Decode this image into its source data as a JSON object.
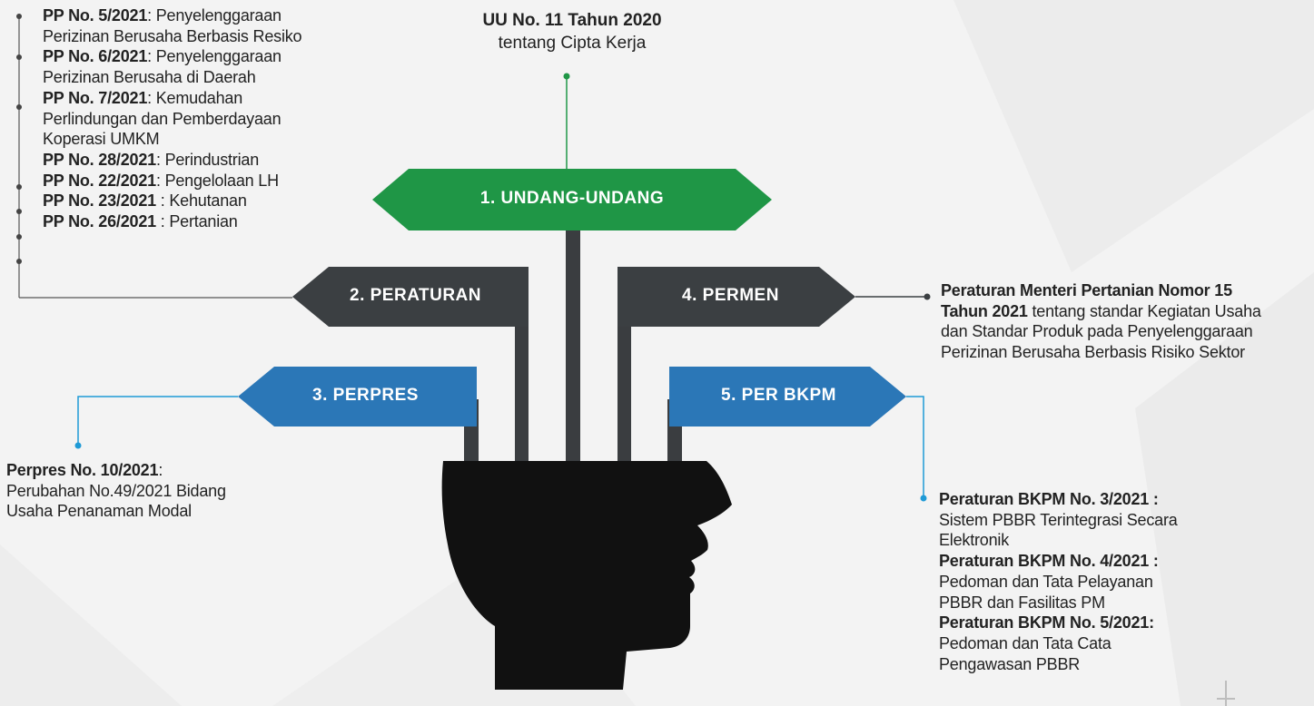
{
  "colors": {
    "green": "#1f9646",
    "dark": "#3b3f42",
    "blue": "#2b77b7",
    "line_blue": "#1e9ad6",
    "head": "#111111",
    "pole": "#3a3d40",
    "background": "#f3f3f3"
  },
  "uu": {
    "title": "UU No. 11 Tahun 2020",
    "subtitle": "tentang Cipta Kerja"
  },
  "banners": {
    "undang": "1. UNDANG-UNDANG",
    "peraturan": "2. PERATURAN",
    "perpres": "3. PERPRES",
    "permen": "4. PERMEN",
    "perbkpm": "5. PER BKPM"
  },
  "pp_list": [
    {
      "code": "PP No. 5/2021",
      "sep": ":  ",
      "lines": [
        "Penyelenggaraan",
        "Perizinan Berusaha Berbasis Resiko"
      ]
    },
    {
      "code": "PP No. 6/2021",
      "sep": ": ",
      "lines": [
        "Penyelenggaraan",
        "Perizinan Berusaha di Daerah"
      ]
    },
    {
      "code": "PP No. 7/2021",
      "sep": ": ",
      "lines": [
        "Kemudahan",
        "Perlindungan dan Pemberdayaan",
        "Koperasi UMKM"
      ]
    },
    {
      "code": "PP No. 28/2021",
      "sep": ": ",
      "lines": [
        "Perindustrian"
      ]
    },
    {
      "code": "PP No. 22/2021",
      "sep": ": ",
      "lines": [
        "Pengelolaan LH"
      ]
    },
    {
      "code": "PP No. 23/2021",
      "sep": " : ",
      "lines": [
        "Kehutanan"
      ]
    },
    {
      "code": "PP No. 26/2021",
      "sep": " : ",
      "lines": [
        "Pertanian"
      ]
    }
  ],
  "perpres": {
    "code": "Perpres No. 10/2021",
    "sep": ":",
    "line2": "Perubahan No.49/2021 Bidang",
    "line3": "Usaha Penanaman Modal"
  },
  "permen": {
    "line1": "Peraturan Menteri Pertanian Nomor 15",
    "line2_bold": "Tahun 2021",
    "line2_rest": " tentang standar Kegiatan Usaha",
    "line3": "dan Standar Produk pada Penyelenggaraan",
    "line4": "Perizinan Berusaha Berbasis Risiko Sektor"
  },
  "bkpm": [
    {
      "code": "Peraturan BKPM No. 3/2021 :",
      "lines": [
        "Sistem PBBR Terintegrasi Secara",
        "Elektronik"
      ]
    },
    {
      "code": "Peraturan BKPM No. 4/2021 :",
      "lines": [
        "Pedoman dan Tata Pelayanan",
        "PBBR dan Fasilitas PM"
      ]
    },
    {
      "code": "Peraturan BKPM No. 5/2021:",
      "lines": [
        "Pedoman dan Tata Cata",
        "Pengawasan PBBR"
      ]
    }
  ]
}
